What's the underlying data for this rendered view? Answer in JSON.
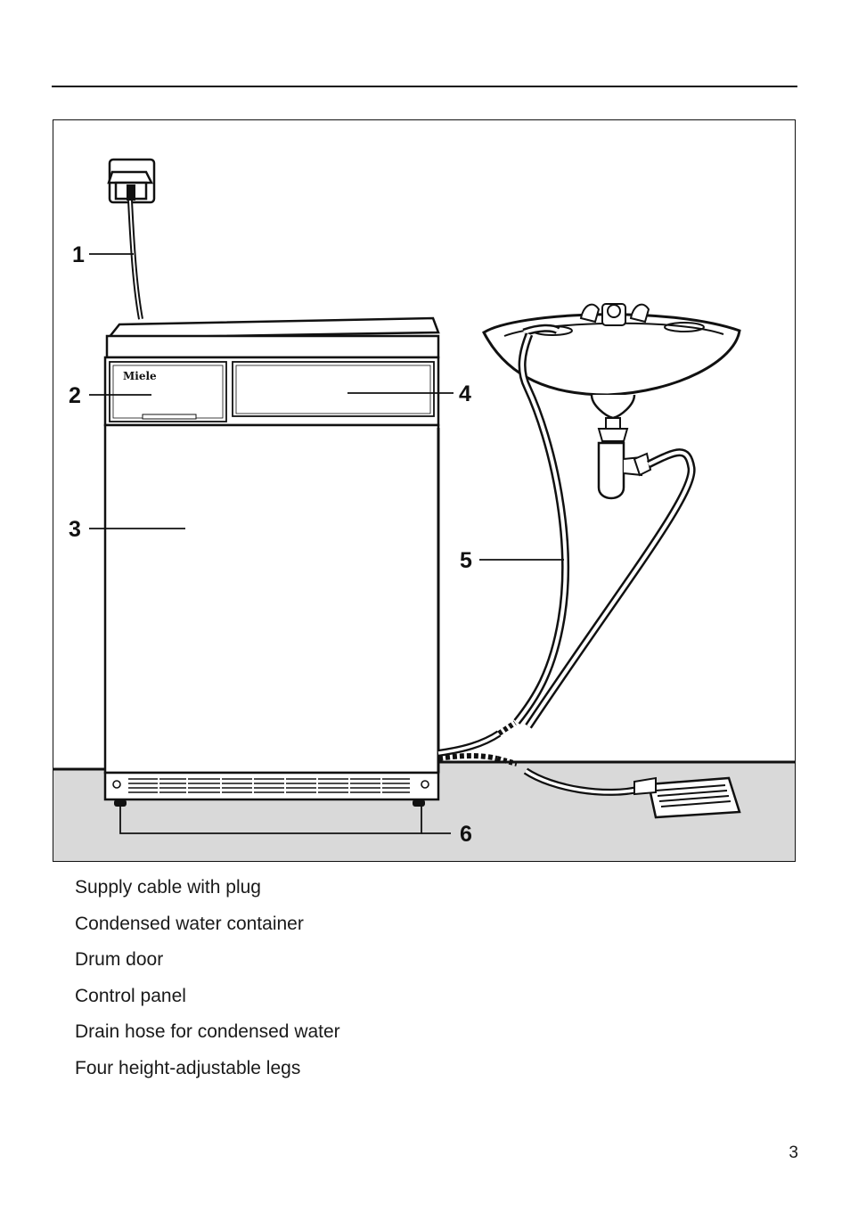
{
  "figure": {
    "brand_label": "Miele",
    "callouts": [
      {
        "number": "1"
      },
      {
        "number": "2"
      },
      {
        "number": "3"
      },
      {
        "number": "4"
      },
      {
        "number": "5"
      },
      {
        "number": "6"
      }
    ]
  },
  "legend": {
    "items": [
      {
        "text": "Supply cable with plug"
      },
      {
        "text": "Condensed water container"
      },
      {
        "text": "Drum door"
      },
      {
        "text": "Control panel"
      },
      {
        "text": "Drain hose for condensed water"
      },
      {
        "text": "Four height-adjustable legs"
      }
    ]
  },
  "page": {
    "number": "3"
  }
}
